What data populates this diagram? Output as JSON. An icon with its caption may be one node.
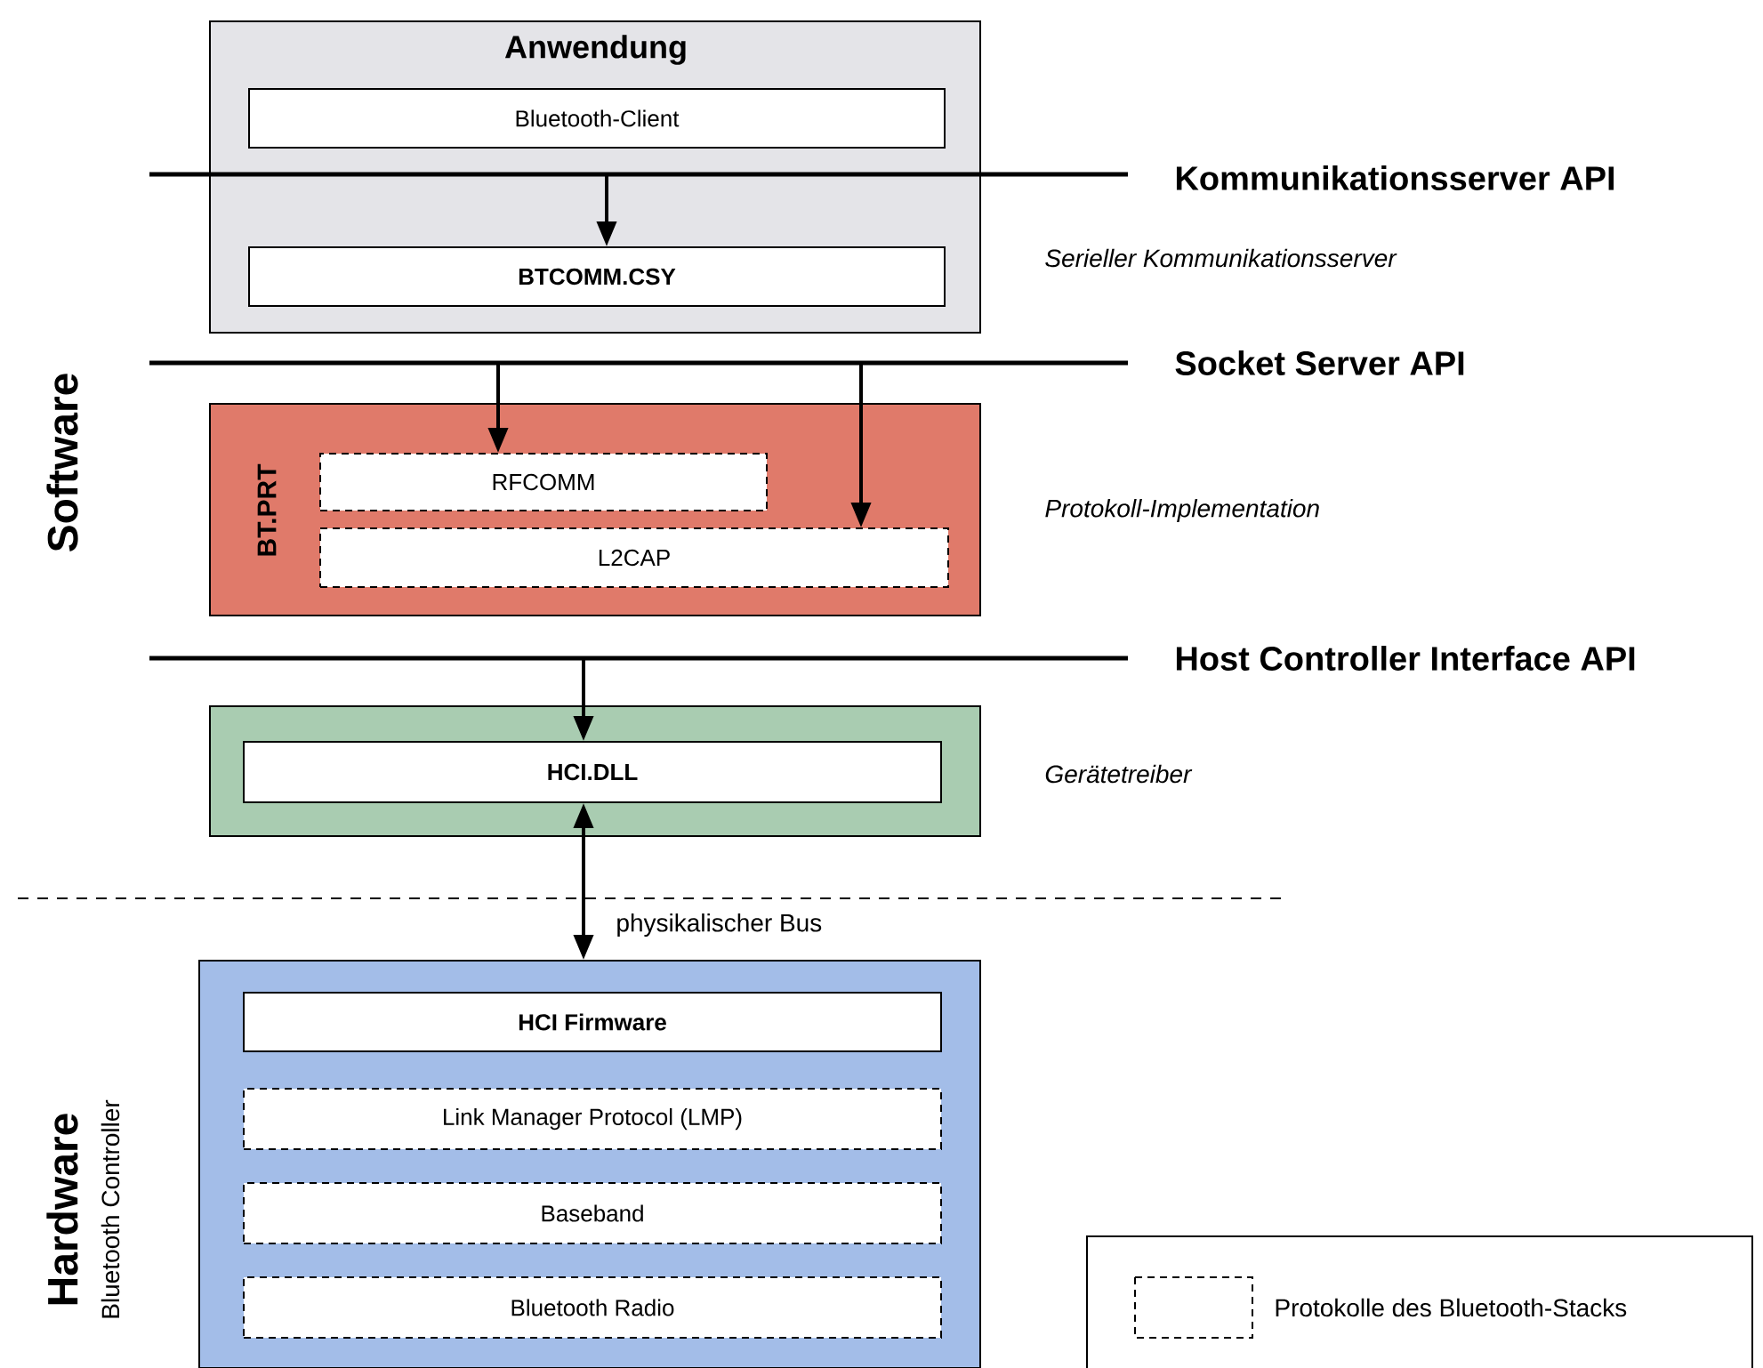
{
  "diagram": {
    "nodes": [
      {
        "text": [
          "Anwendung"
        ],
        "beside": [
          "Serieller Kommunikationsserver"
        ]
      },
      {
        "text": [
          "Bluetooth-Client"
        ],
        "in": 0
      },
      {
        "text": [
          "BTCOMM.CSY"
        ],
        "in": 0
      },
      {
        "text": [
          "BT.PRT"
        ],
        "beside": [
          "Protokoll-Implementation"
        ]
      },
      {
        "text": [
          "RFCOMM"
        ],
        "in": 3
      },
      {
        "text": [
          "L2CAP"
        ],
        "in": 3
      },
      {
        "text": [],
        "shape": "box",
        "beside": [
          "Gerätetreiber"
        ]
      },
      {
        "text": [
          "HCI.DLL"
        ],
        "in": 6
      },
      {
        "text": [
          "Bluetooth Controller"
        ]
      },
      {
        "text": [
          "HCI Firmware"
        ],
        "in": 8
      },
      {
        "text": [
          "Link Manager Protocol (LMP)"
        ],
        "in": 8
      },
      {
        "text": [
          "Baseband"
        ],
        "in": 8
      },
      {
        "text": [
          "Bluetooth Radio"
        ],
        "in": 8
      }
    ],
    "edges": [
      {
        "from": null,
        "to": 2,
        "arrow": "to"
      },
      {
        "from": null,
        "to": 4,
        "arrow": "to"
      },
      {
        "from": null,
        "to": 5,
        "arrow": "to"
      },
      {
        "from": null,
        "to": 7,
        "arrow": "to"
      },
      {
        "from": 7,
        "to": 8,
        "arrow": "both",
        "label": "physikalischer Bus"
      }
    ],
    "labels": [
      "Kommunikationsserver API",
      "Socket Server API",
      "Software",
      "Host Controller Interface API",
      "Hardware"
    ],
    "legend": [
      {
        "text": "Protokolle des Bluetooth-Stacks"
      }
    ]
  }
}
